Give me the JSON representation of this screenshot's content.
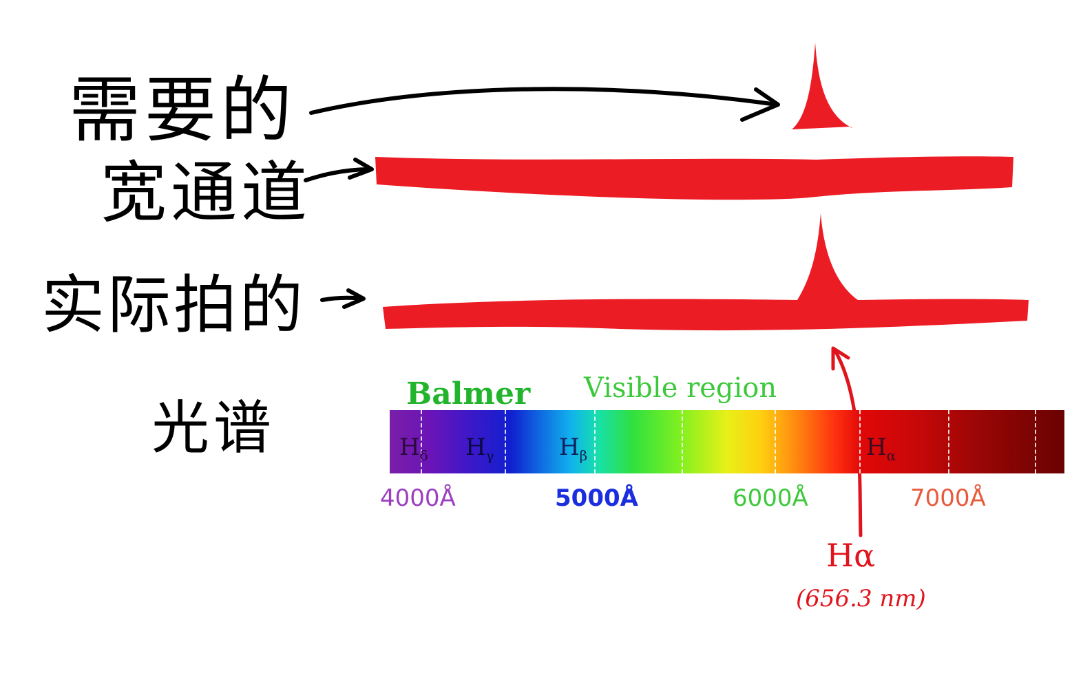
{
  "labels": {
    "needed": "需要的",
    "broadband": "宽通道",
    "actual": "实际拍的",
    "spectrum": "光谱"
  },
  "spectrum": {
    "title": "Balmer",
    "subtitle": "Visible region",
    "lines": [
      {
        "symbol": "H",
        "sub": "δ"
      },
      {
        "symbol": "H",
        "sub": "γ"
      },
      {
        "symbol": "H",
        "sub": "β"
      },
      {
        "symbol": "H",
        "sub": "α"
      }
    ],
    "ticks": [
      "4000Å",
      "5000Å",
      "6000Å",
      "7000Å"
    ]
  },
  "annotation": {
    "symbol": "Hα",
    "wavelength": "(656.3 nm)"
  },
  "colors": {
    "band": "#ec1c24",
    "annotation": "#e0141c",
    "balmer_title": "#22b42c",
    "tick_4000": "#9b3fc0",
    "tick_5000": "#1a2ee0",
    "tick_6000": "#3cc83a",
    "tick_7000": "#e85a3c"
  }
}
